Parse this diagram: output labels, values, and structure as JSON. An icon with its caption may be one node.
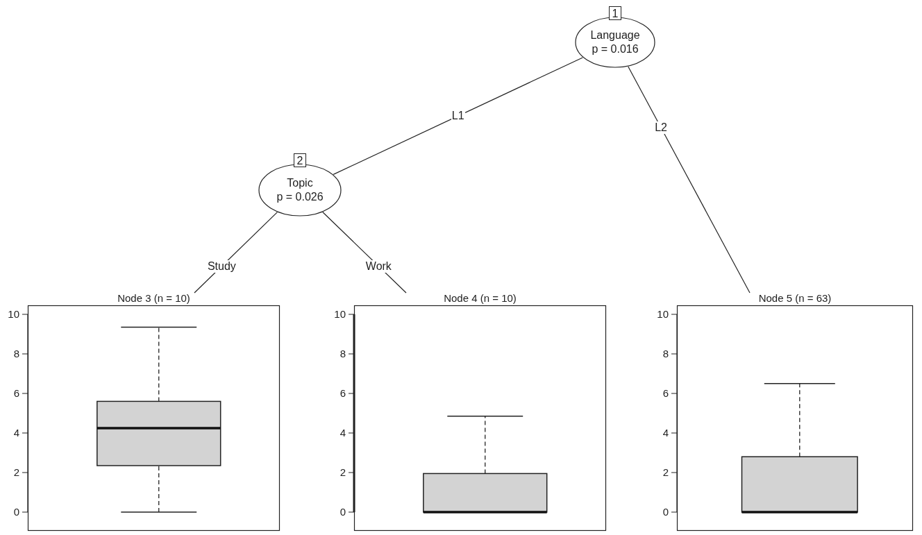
{
  "diagram": {
    "nodes": [
      {
        "text": [
          "1",
          "Language",
          "p = 0.016"
        ]
      },
      {
        "text": [
          "2",
          "Topic",
          "p = 0.026"
        ]
      },
      {
        "text": [
          "Node 3 (n = 10)"
        ]
      },
      {
        "text": [
          "Node 4 (n = 10)"
        ]
      },
      {
        "text": [
          "Node 5 (n = 63)"
        ]
      }
    ],
    "edges": [
      {
        "from": 0,
        "to": 1,
        "arrow": "none",
        "label": "L1"
      },
      {
        "from": 0,
        "to": 4,
        "arrow": "none",
        "label": "L2"
      },
      {
        "from": 1,
        "to": 2,
        "arrow": "none",
        "label": "Study"
      },
      {
        "from": 1,
        "to": 3,
        "arrow": "none",
        "label": "Work"
      }
    ],
    "labels": [
      "10",
      "8",
      "6",
      "4",
      "2",
      "0",
      "10",
      "8",
      "6",
      "4",
      "2",
      "0",
      "10",
      "8",
      "6",
      "4",
      "2",
      "0"
    ]
  }
}
